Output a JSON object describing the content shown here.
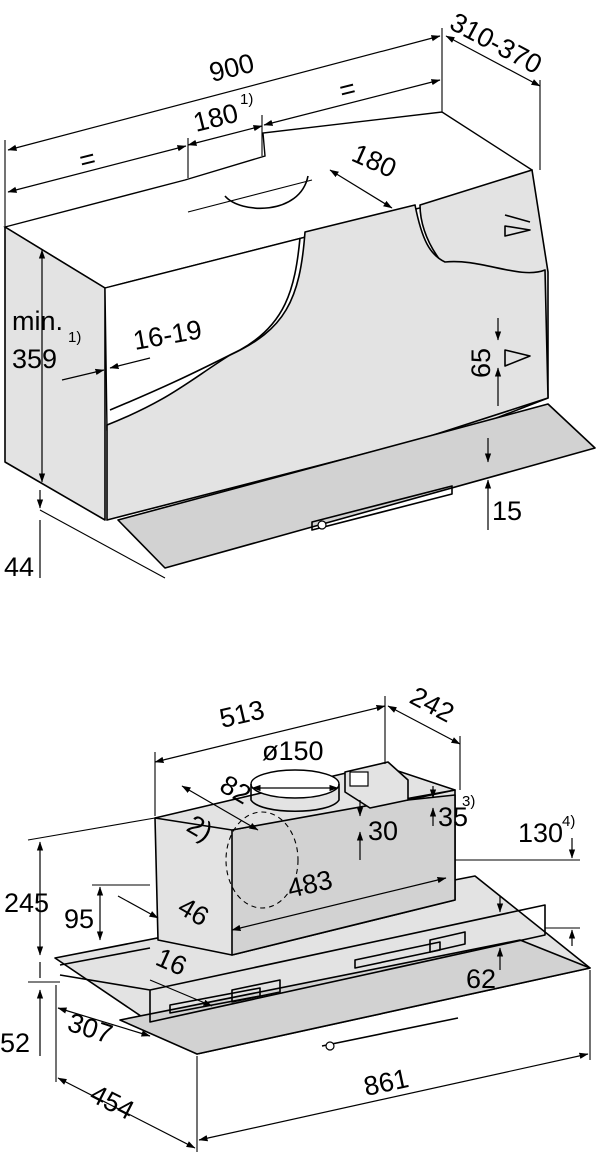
{
  "diagram": {
    "top_view": {
      "width": "900",
      "depth": "310-370",
      "equal_left": "=",
      "equal_right": "=",
      "offset": "180",
      "offset_note": "1)",
      "cutout": "180",
      "min_label": "min.",
      "height": "359",
      "height_note": "1)",
      "panel_thickness": "16-19",
      "bracket_gap": "65",
      "bottom_gap": "15",
      "lip": "44"
    },
    "bottom_view": {
      "body_width": "513",
      "body_depth": "242",
      "duct": "ø150",
      "duct_offset": "82",
      "note_2": "2)",
      "d30": "30",
      "d35": "35",
      "note_3": "3)",
      "d130": "130",
      "note_4": "4)",
      "h245": "245",
      "d95": "95",
      "d46": "46",
      "inner_width": "483",
      "d16": "16",
      "d62": "62",
      "d52": "52",
      "d307": "307",
      "d454": "454",
      "overall_width": "861"
    }
  }
}
